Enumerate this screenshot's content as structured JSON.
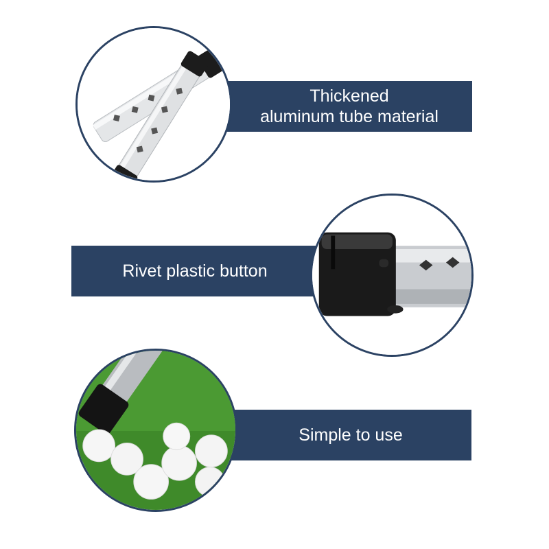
{
  "features": [
    {
      "lines": [
        "Thickened",
        "aluminum tube material"
      ],
      "photo_icon": "aluminum-tube-photo-icon"
    },
    {
      "lines": [
        "Rivet plastic button"
      ],
      "photo_icon": "rivet-button-photo-icon"
    },
    {
      "lines": [
        "Simple to use"
      ],
      "photo_icon": "golf-balls-photo-icon"
    }
  ],
  "colors": {
    "banner": "#2b4263",
    "circle_border": "#2b4263",
    "grass": "#3f8a2a"
  }
}
